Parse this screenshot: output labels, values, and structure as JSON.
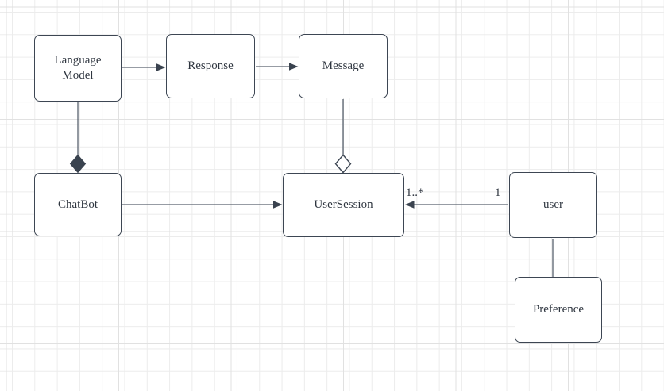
{
  "canvas": {
    "background_color": "#ffffff",
    "grid_minor_color": "#ececec",
    "grid_major_color": "#e1e1e1"
  },
  "style": {
    "node_fill": "#ffffff",
    "node_stroke": "#3d4653",
    "text_color": "#2f3640",
    "line_color": "#59626e"
  },
  "diagram": {
    "nodes": [
      {
        "id": "language-model",
        "label": "Language Model"
      },
      {
        "id": "response",
        "label": "Response"
      },
      {
        "id": "message",
        "label": "Message"
      },
      {
        "id": "chatbot",
        "label": "ChatBot"
      },
      {
        "id": "user-session",
        "label": "UserSession"
      },
      {
        "id": "user",
        "label": "user"
      },
      {
        "id": "preference",
        "label": "Preference"
      }
    ],
    "edges": [
      {
        "id": "languagemodel-response",
        "from": "Language Model",
        "to": "Response",
        "type": "arrow"
      },
      {
        "id": "response-message",
        "from": "Response",
        "to": "Message",
        "type": "arrow"
      },
      {
        "id": "languagemodel-chatbot",
        "from": "Language Model",
        "to": "ChatBot",
        "type": "composition-filled-diamond"
      },
      {
        "id": "message-usersession",
        "from": "Message",
        "to": "UserSession",
        "type": "aggregation-hollow-diamond"
      },
      {
        "id": "chatbot-usersession",
        "from": "ChatBot",
        "to": "UserSession",
        "type": "arrow"
      },
      {
        "id": "user-usersession",
        "from": "user",
        "to": "UserSession",
        "type": "arrow",
        "label_target": "1..*",
        "label_source": "1"
      },
      {
        "id": "user-preference",
        "from": "user",
        "to": "Preference",
        "type": "line"
      }
    ]
  }
}
